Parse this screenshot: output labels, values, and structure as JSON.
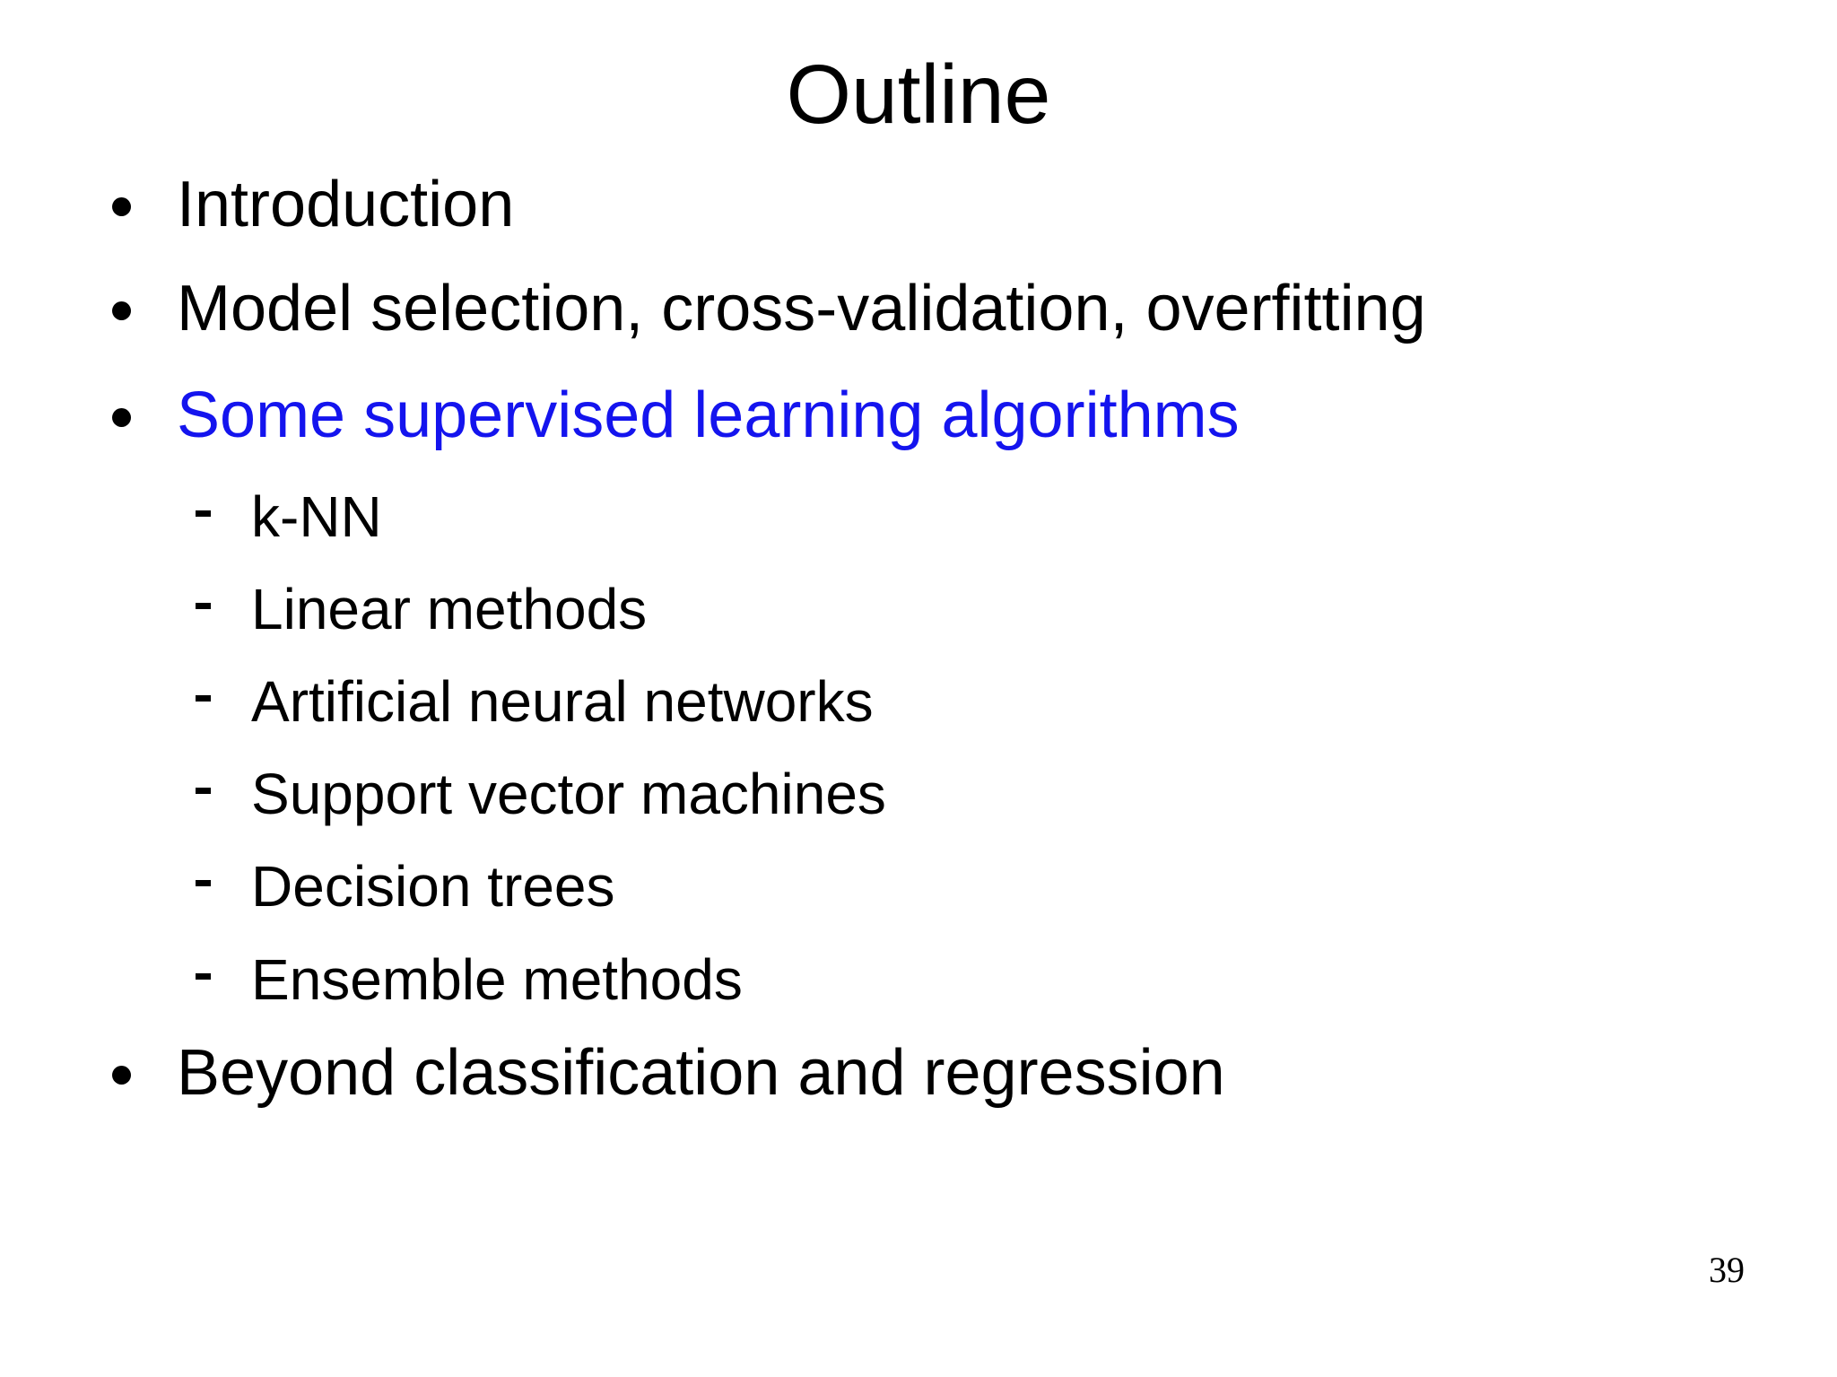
{
  "slide": {
    "title": "Outline",
    "page_number": "39",
    "background_color": "#ffffff",
    "text_color": "#000000",
    "accent_color": "#1414ee"
  },
  "outline": {
    "items": [
      {
        "level": 1,
        "text": "Introduction",
        "highlighted": false
      },
      {
        "level": 1,
        "text": "Model selection, cross-validation, overfitting",
        "highlighted": false
      },
      {
        "level": 1,
        "text": "Some supervised learning algorithms",
        "highlighted": true
      },
      {
        "level": 2,
        "text": "k-NN",
        "highlighted": false
      },
      {
        "level": 2,
        "text": "Linear methods",
        "highlighted": false
      },
      {
        "level": 2,
        "text": "Artificial neural networks",
        "highlighted": false
      },
      {
        "level": 2,
        "text": "Support vector machines",
        "highlighted": false
      },
      {
        "level": 2,
        "text": "Decision trees",
        "highlighted": false
      },
      {
        "level": 2,
        "text": "Ensemble methods",
        "highlighted": false
      },
      {
        "level": 1,
        "text": "Beyond classification and regression",
        "highlighted": false
      }
    ]
  }
}
